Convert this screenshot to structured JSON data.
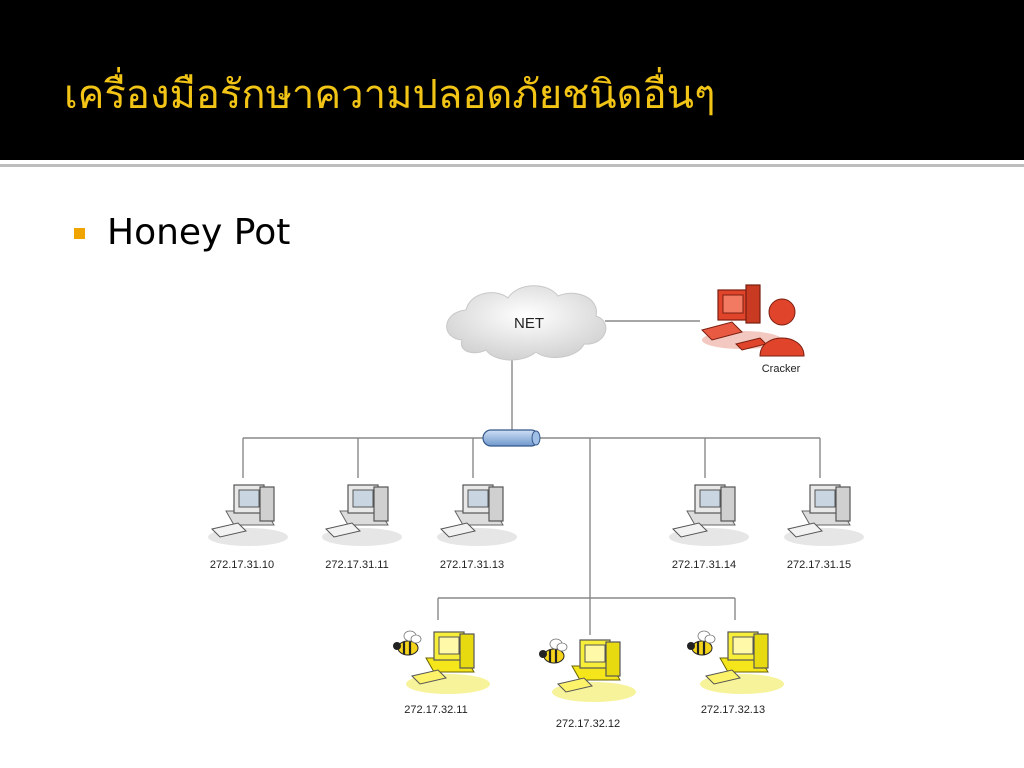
{
  "slide": {
    "title": "เครื่องมือรักษาความปลอดภัยชนิดอื่นๆ",
    "bullet": "Honey Pot"
  },
  "diagram": {
    "cloud_label": "NET",
    "cracker_label": "Cracker",
    "hosts": [
      {
        "label": "272.17.31.10"
      },
      {
        "label": "272.17.31.11"
      },
      {
        "label": "272.17.31.13"
      },
      {
        "label": "272.17.31.14"
      },
      {
        "label": "272.17.31.15"
      }
    ],
    "honeypots": [
      {
        "label": "272.17.32.11"
      },
      {
        "label": "272.17.32.12"
      },
      {
        "label": "272.17.32.13"
      }
    ],
    "colors": {
      "title_text": "#f2c416",
      "bullet": "#f0a400",
      "cracker": "#e0442a",
      "honeypot": "#f5e61c",
      "hub": "#8fb4e0",
      "lines": "#888888"
    }
  }
}
